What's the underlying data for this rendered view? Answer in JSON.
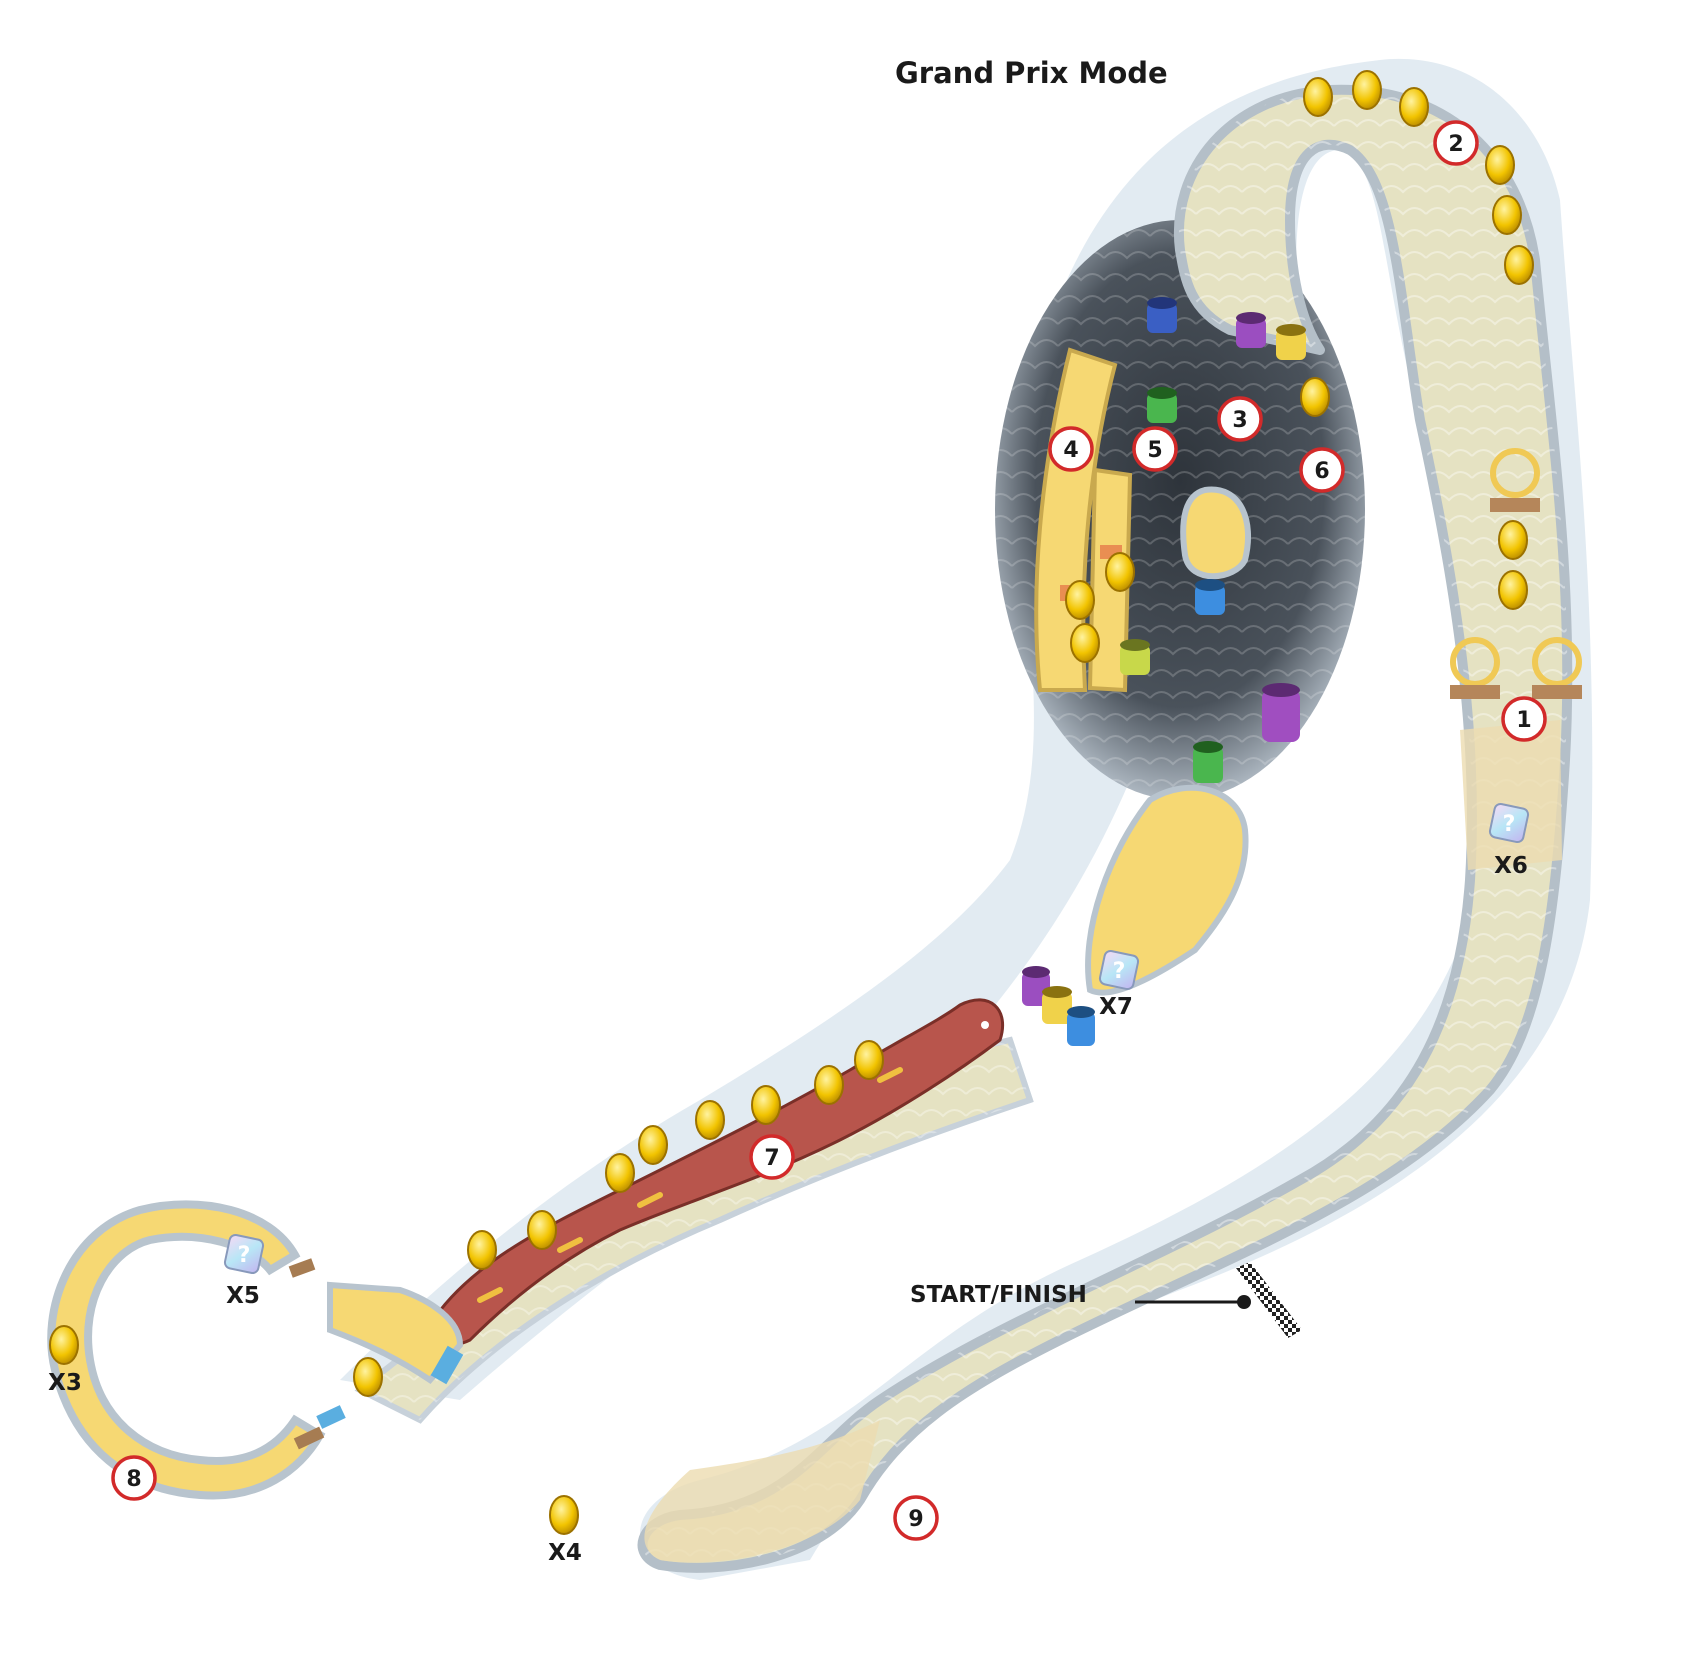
{
  "title": "Grand Prix Mode",
  "start_finish": {
    "label": "START/FINISH"
  },
  "checkpoints": [
    {
      "label": "1"
    },
    {
      "label": "2"
    },
    {
      "label": "3"
    },
    {
      "label": "4"
    },
    {
      "label": "5"
    },
    {
      "label": "6"
    },
    {
      "label": "7"
    },
    {
      "label": "8"
    },
    {
      "label": "9"
    }
  ],
  "multipliers": {
    "coins_left": "X3",
    "coin_lone": "X4",
    "itembox_loop": "X5",
    "itembox_right": "X6",
    "itembox_center": "X7"
  },
  "icons": {
    "coin": "coin-icon",
    "item_box": "item-box-icon",
    "checkpoint": "checkpoint-marker",
    "ring": "boost-ring-icon",
    "pipe": "pipe-icon",
    "eel": "eel-icon"
  },
  "colors": {
    "track": "#e5e2c2",
    "track_sand": "#ecdcb0",
    "water_border": "#dbe6ef",
    "deep_water": "#3a4048",
    "yellow_platform": "#f6d873",
    "eel": "#b8554c",
    "coin": "#f2c400",
    "checkpoint_ring": "#d22a2a"
  }
}
